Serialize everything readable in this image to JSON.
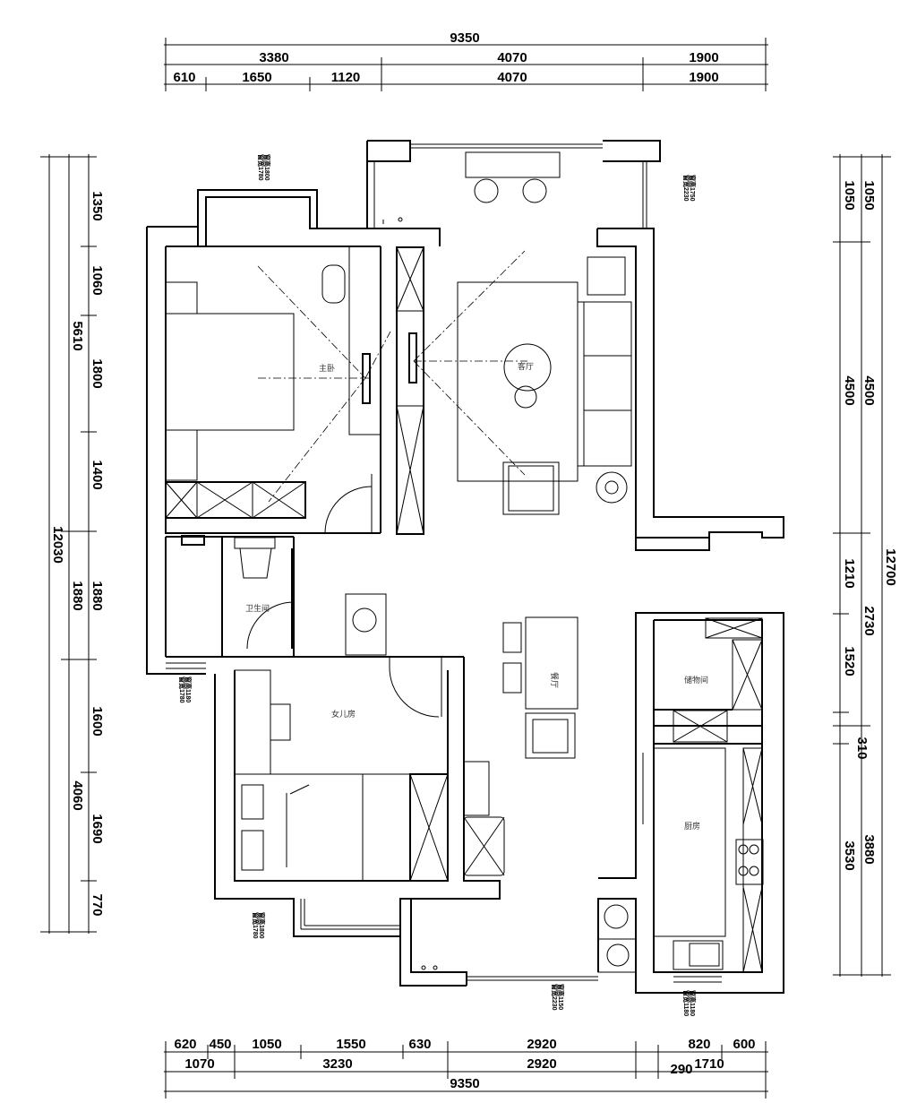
{
  "top_dims": {
    "total": "9350",
    "row2": [
      "3380",
      "4070",
      "1900"
    ],
    "row3": [
      "610",
      "1650",
      "1120",
      "4070",
      "1900"
    ]
  },
  "bottom_dims": {
    "row1": [
      "620",
      "450",
      "1050",
      "1550",
      "630",
      "2920",
      "820",
      "600"
    ],
    "row2": [
      "1070",
      "3230",
      "2920",
      "290",
      "1710"
    ],
    "total": "9350"
  },
  "left_dims": {
    "inner": [
      "1350",
      "1060",
      "1800",
      "1400",
      "1880",
      "1600",
      "1690",
      "770"
    ],
    "mid": [
      "5610",
      "4060"
    ],
    "outer": [
      "12030",
      "1880"
    ]
  },
  "right_dims": {
    "inner": [
      "1050",
      "4500",
      "1210",
      "1520",
      "310",
      "3530"
    ],
    "mid": [
      "1050",
      "4500",
      "2730",
      "3880"
    ],
    "outer": [
      "12700"
    ]
  },
  "rooms": {
    "master": "主卧",
    "living": "客厅",
    "bath": "卫生间",
    "dining": "餐厅",
    "daughter": "女儿房",
    "storage": "储物间",
    "kitchen": "厨房"
  },
  "window_notes": {
    "master_top": [
      "窗宽1780",
      "窗高1800"
    ],
    "living_top": [
      "窗宽2230",
      "窗高1750"
    ],
    "bath_left": [
      "窗宽1780",
      "窗高1180"
    ],
    "daughter_bottom": [
      "窗宽1780",
      "窗高1800"
    ],
    "balcony_bottom": [
      "窗宽2230",
      "窗高1150"
    ],
    "kitchen_bottom": [
      "窗宽1180",
      "窗高1180"
    ]
  }
}
